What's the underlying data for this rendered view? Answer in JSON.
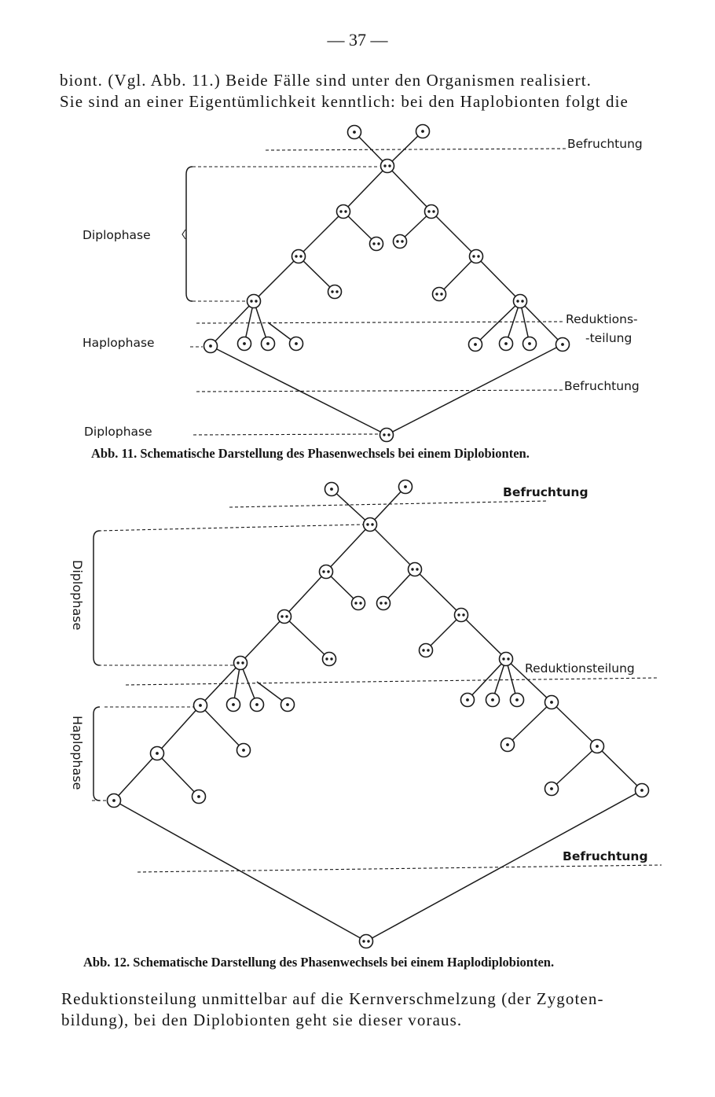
{
  "page_number": "— 37 —",
  "top_text": [
    "biont. (Vgl. Abb. 11.) Beide Fälle sind unter den Organismen realisiert.",
    "Sie sind an einer Eigentümlichkeit kenntlich: bei den Haplobionten folgt die"
  ],
  "figure11": {
    "labels": {
      "befruchtung_top": "Befruchtung",
      "diplophase": "Diplophase",
      "haplophase": "Haplophase",
      "reduktions_1": "Reduktions-",
      "reduktions_2": "-teilung",
      "befruchtung_bottom": "Befruchtung",
      "diplophase_bottom": "Diplophase"
    },
    "caption": "Abb. 11. Schematische Darstellung des Phasenwechsels bei einem Diplobionten."
  },
  "figure12": {
    "labels": {
      "befruchtung_top": "Befruchtung",
      "diplophase": "Diplophase",
      "reduktionsteilung": "Reduktionsteilung",
      "haplophase": "Haplophase",
      "befruchtung_bottom": "Befruchtung"
    },
    "caption": "Abb. 12. Schematische Darstellung des Phasenwechsels bei einem Haplodiplobionten."
  },
  "bottom_text": [
    "Reduktionsteilung unmittelbar auf die Kernverschmelzung (der Zygoten-",
    "bildung), bei den Diplobionten geht sie dieser voraus."
  ]
}
